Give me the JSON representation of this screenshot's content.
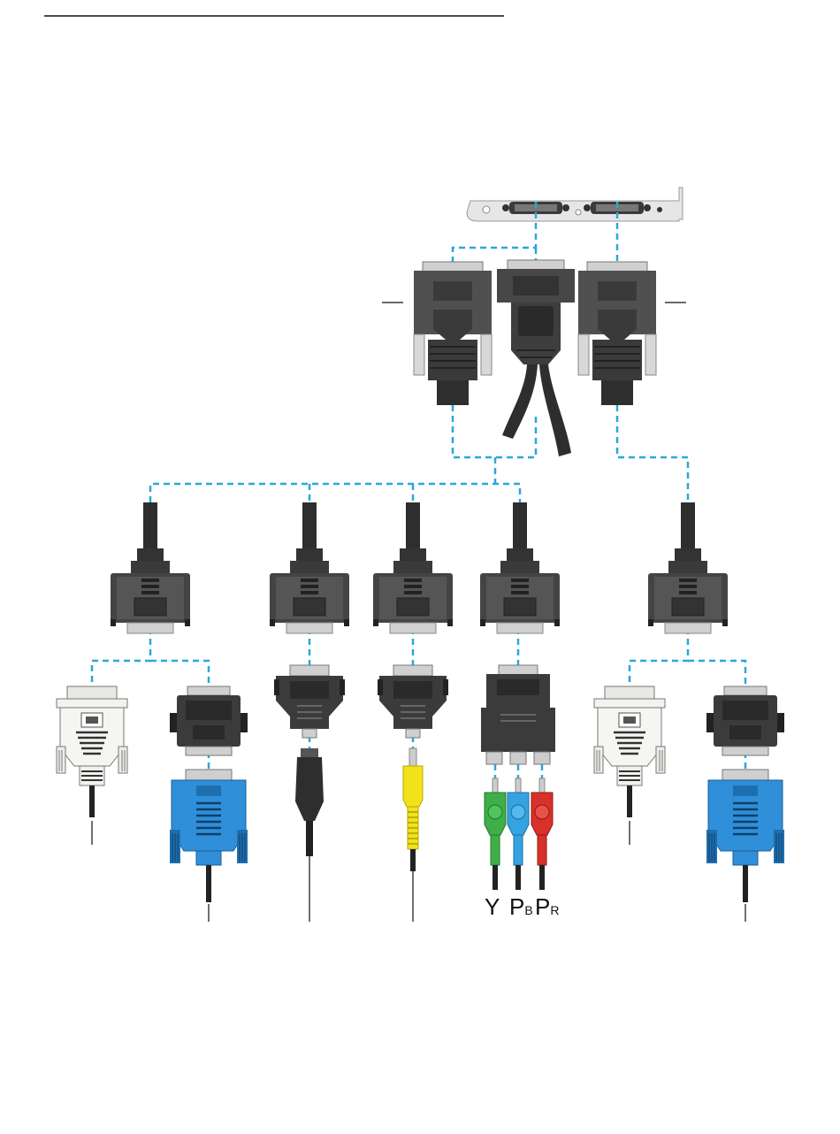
{
  "colors": {
    "dash": "#2aa8d8",
    "plug_dark": "#3a3a3a",
    "plug_mid": "#5a5a5a",
    "plug_light": "#bfbfbf",
    "metal": "#dcdcdc",
    "vga_blue": "#2f8fd8",
    "rca_yellow": "#f2e21a",
    "rca_green": "#3fae49",
    "rca_blue": "#35a3e0",
    "rca_red": "#d8312a",
    "dvi_white": "#f2f2ee"
  },
  "diagram": {
    "card_bracket": "graphics-card-bracket",
    "splitter_connectors": [
      "dms-left-connector",
      "dms-middle-y-splitter",
      "dms-right-connector"
    ],
    "branch_connectors": [
      "dvi-branch-1",
      "svideo-branch",
      "composite-branch",
      "component-branch",
      "dvi-branch-2"
    ],
    "end_adapters": [
      {
        "name": "dvi-plug-left",
        "icon": "dvi-plug-icon"
      },
      {
        "name": "vga-adapter-left",
        "icon": "vga-plug-icon"
      },
      {
        "name": "svideo-adapter",
        "icon": "svideo-plug-icon"
      },
      {
        "name": "composite-adapter",
        "icon": "rca-yellow-plug-icon"
      },
      {
        "name": "component-adapter",
        "icon": "component-plug-icon"
      },
      {
        "name": "dvi-plug-right",
        "icon": "dvi-plug-icon"
      },
      {
        "name": "vga-adapter-right",
        "icon": "vga-plug-icon"
      }
    ],
    "component_labels": {
      "y": "Y",
      "pb_main": "P",
      "pb_sub": "B",
      "pr_main": "P",
      "pr_sub": "R"
    }
  }
}
